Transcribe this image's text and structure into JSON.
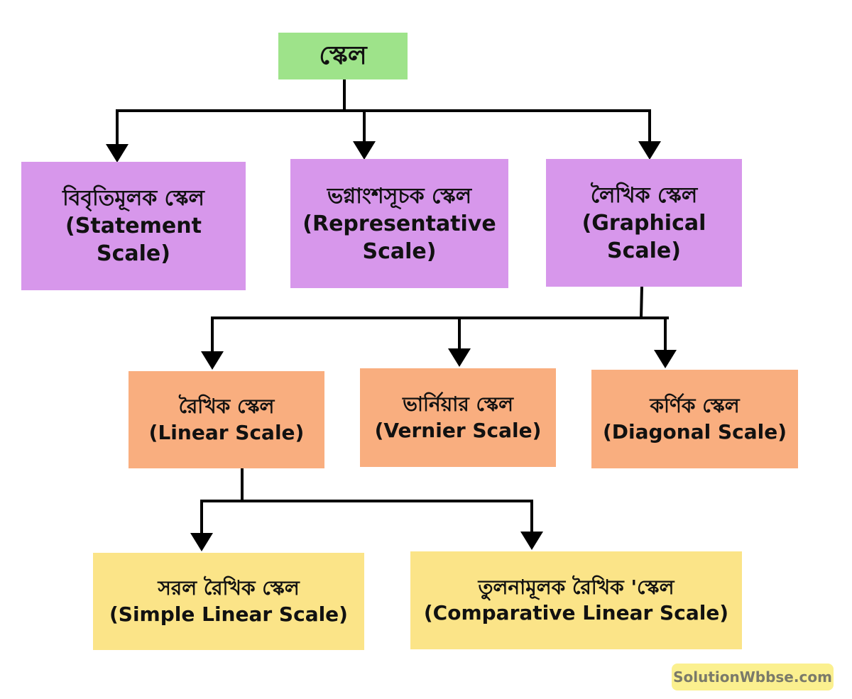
{
  "root": {
    "label": "স্কেল"
  },
  "types": [
    {
      "bn": "বিবৃতিমূলক স্কেল",
      "en_line1": "(Statement",
      "en_line2": "Scale)"
    },
    {
      "bn": "ভগ্নাংশসূচক স্কেল",
      "en_line1": "(Representative",
      "en_line2": "Scale)"
    },
    {
      "bn": "লৈখিক স্কেল",
      "en_line1": "(Graphical",
      "en_line2": "Scale)"
    }
  ],
  "graphical_types": [
    {
      "bn": "রৈখিক স্কেল",
      "en": "(Linear Scale)"
    },
    {
      "bn": "ভার্নিয়ার স্কেল",
      "en": "(Vernier Scale)"
    },
    {
      "bn": "কর্ণিক স্কেল",
      "en": "(Diagonal Scale)"
    }
  ],
  "linear_types": [
    {
      "bn": "সরল রৈখিক স্কেল",
      "en": "(Simple Linear Scale)"
    },
    {
      "bn": "তুলনামূলক রৈখিক 'স্কেল",
      "en": "(Comparative Linear Scale)"
    }
  ],
  "watermark": "SolutionWbbse.com",
  "colors": {
    "root": "#9ee38a",
    "level1": "#d797eb",
    "level2": "#f9ae7f",
    "level3": "#fbe488",
    "connector": "#000000"
  }
}
